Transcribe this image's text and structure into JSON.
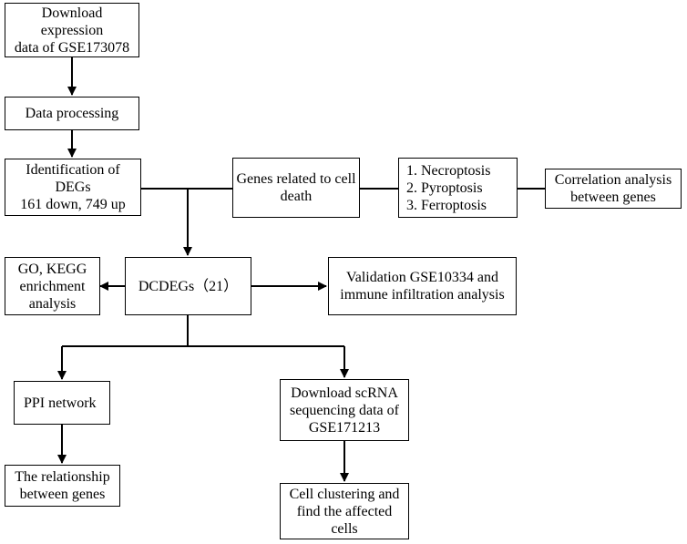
{
  "diagram": {
    "nodes": {
      "download_expression": "Download\nexpression\ndata of GSE173078",
      "data_processing": "Data processing",
      "identification_degs": "Identification of\nDEGs\n161 down, 749 up",
      "genes_cell_death": "Genes related to cell\ndeath",
      "death_types": "1. Necroptosis\n2. Pyroptosis\n3. Ferroptosis",
      "correlation_analysis": "Correlation analysis\nbetween genes",
      "go_kegg": "GO, KEGG\nenrichment\nanalysis",
      "dcdegs": "DCDEGs（21）",
      "validation": "Validation GSE10334 and\nimmune infiltration analysis",
      "ppi_network": "PPI network",
      "download_scrna": "Download scRNA\nsequencing data of\nGSE171213",
      "relationship_genes": "The relationship\nbetween genes",
      "cell_clustering": "Cell clustering and\nfind the affected\ncells"
    }
  }
}
